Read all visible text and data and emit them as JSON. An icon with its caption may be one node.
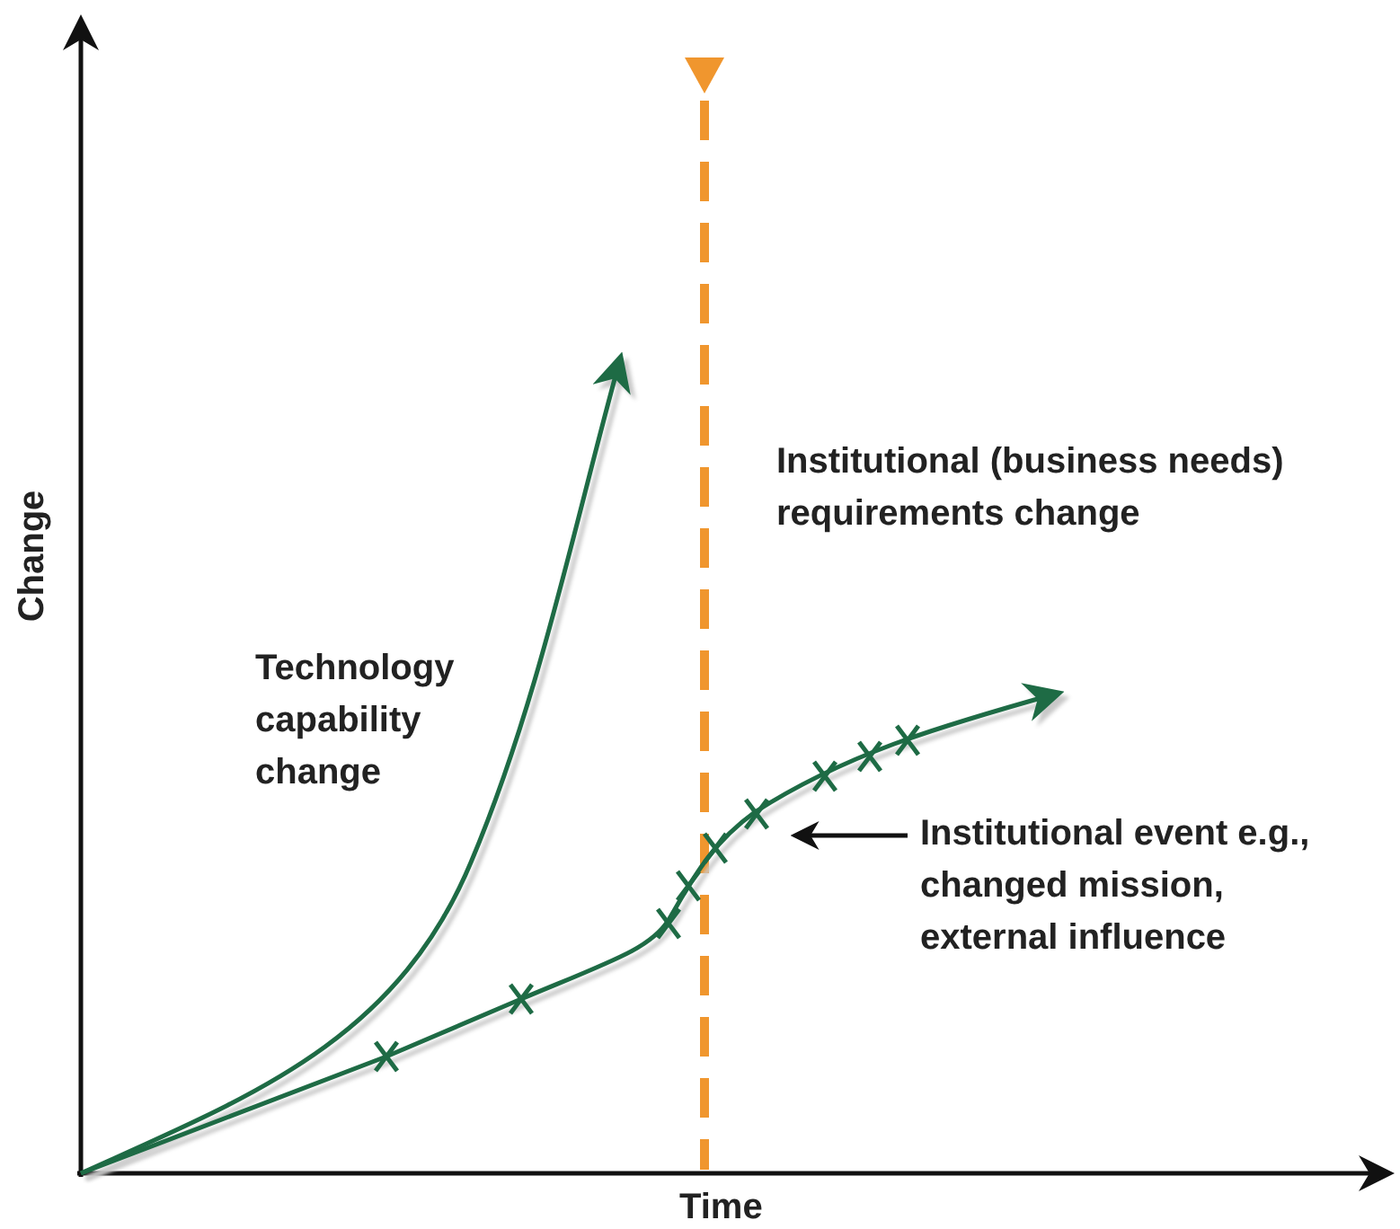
{
  "diagram": {
    "nodes": [
      {
        "text": [
          "Institutional event e.g., changed mission, external influence"
        ]
      },
      {
        "text": [],
        "shape": "curve"
      }
    ],
    "edges": [
      {
        "from": 0,
        "to": 1,
        "arrow": "to"
      }
    ],
    "labels": [
      "Change",
      "Time",
      "Technology capability change",
      "Institutional (business needs) requirements change"
    ]
  }
}
